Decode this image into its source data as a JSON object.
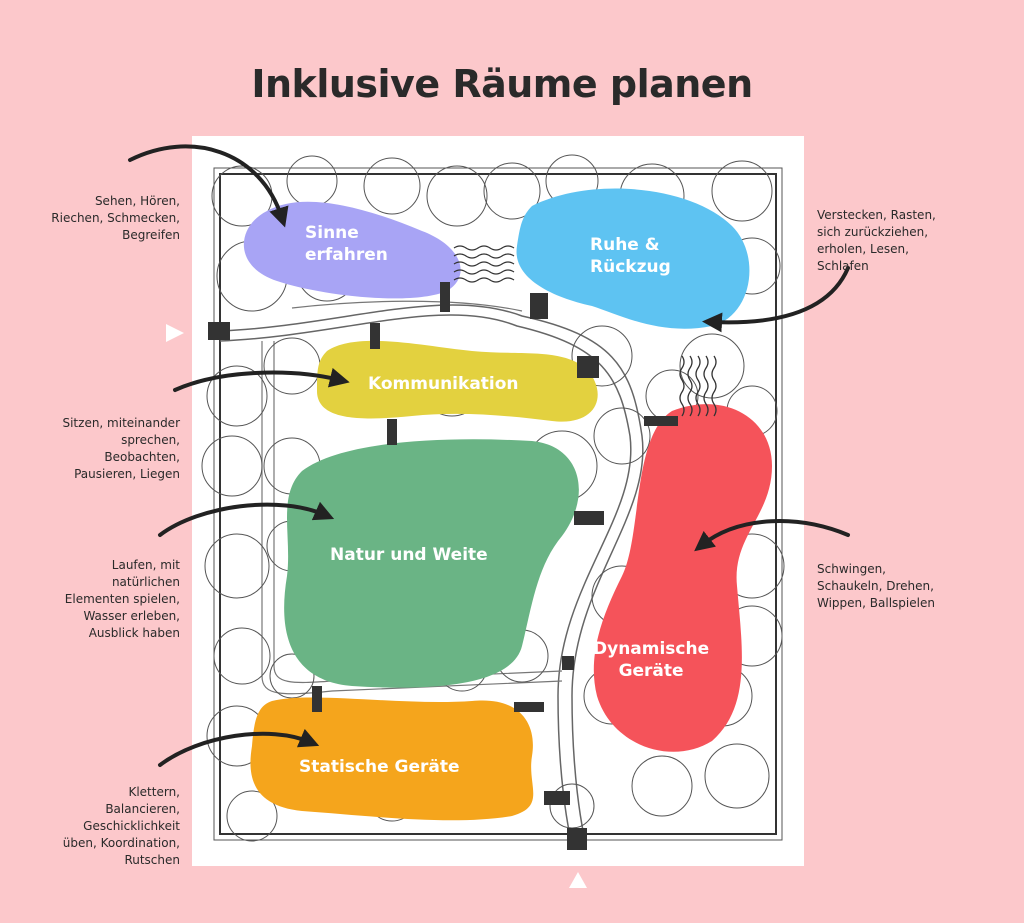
{
  "title": "Inklusive Räume planen",
  "zones": {
    "sinne": "Sinne\nerfahren",
    "ruhe": "Ruhe &\nRückzug",
    "kommunikation": "Kommunikation",
    "natur": "Natur und Weite",
    "dynamisch": "Dynamische\nGeräte",
    "statisch": "Statische Geräte"
  },
  "notes": {
    "sinne": "Sehen, Hören,\nRiechen, Schmecken,\nBegreifen",
    "ruhe": "Verstecken, Rasten,\nsich zurückziehen,\nerholen, Lesen,\nSchlafen",
    "kommunikation": "Sitzen, miteinander\nsprechen,\nBeobachten,\nPausieren, Liegen",
    "natur": "Laufen, mit\nnatürlichen\nElementen spielen,\nWasser erleben,\nAusblick haben",
    "dynamisch": "Schwingen,\nSchaukeln, Drehen,\nWippen, Ballspielen",
    "statisch": "Klettern,\nBalancieren,\nGeschicklichkeit\nüben, Koordination,\nRutschen"
  },
  "colors": {
    "background": "#fcc8cb",
    "sinne": "#a8a4f5",
    "ruhe": "#5ec3f2",
    "kommunikation": "#e3d13f",
    "natur": "#6ab485",
    "dynamisch": "#f5535a",
    "statisch": "#f5a51c"
  }
}
